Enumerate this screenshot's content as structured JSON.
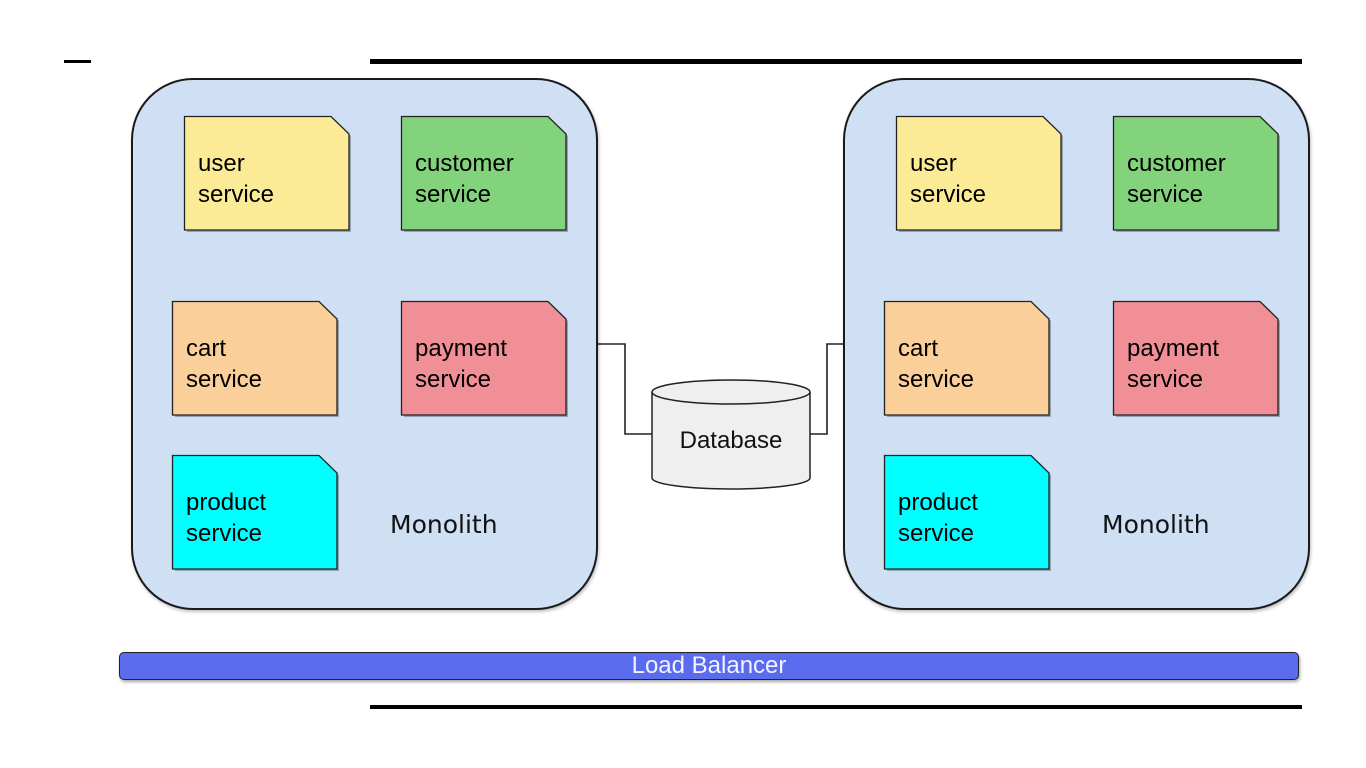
{
  "diagram": {
    "monoliths": [
      {
        "label": "Monolith",
        "services": [
          {
            "line1": "user",
            "line2": "service",
            "color": "#fbeb96"
          },
          {
            "line1": "customer",
            "line2": "service",
            "color": "#82d37b"
          },
          {
            "line1": "cart",
            "line2": "service",
            "color": "#facf99"
          },
          {
            "line1": "payment",
            "line2": "service",
            "color": "#f08f96"
          },
          {
            "line1": "product",
            "line2": "service",
            "color": "#00ffff"
          }
        ]
      },
      {
        "label": "Monolith",
        "services": [
          {
            "line1": "user",
            "line2": "service",
            "color": "#fbeb96"
          },
          {
            "line1": "customer",
            "line2": "service",
            "color": "#82d37b"
          },
          {
            "line1": "cart",
            "line2": "service",
            "color": "#facf99"
          },
          {
            "line1": "payment",
            "line2": "service",
            "color": "#f08f96"
          },
          {
            "line1": "product",
            "line2": "service",
            "color": "#00ffff"
          }
        ]
      }
    ],
    "database": {
      "label": "Database",
      "color": "#efefef"
    },
    "load_balancer": {
      "label": "Load Balancer",
      "color": "#5b6bee"
    },
    "monolith_fill": "#cfdff4"
  }
}
